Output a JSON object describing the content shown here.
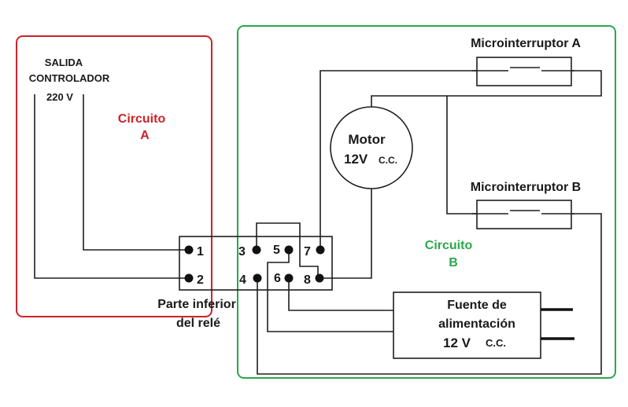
{
  "circuit_a": {
    "label_line1": "Circuito",
    "label_line2": "A",
    "color": "#cc2229",
    "controller_line1": "SALIDA",
    "controller_line2": "CONTROLADOR",
    "controller_voltage": "220 V"
  },
  "circuit_b": {
    "label_line1": "Circuito",
    "label_line2": "B",
    "color": "#2aa84a"
  },
  "relay": {
    "caption_line1": "Parte inferior",
    "caption_line2": "del relé",
    "pins": [
      "1",
      "2",
      "3",
      "4",
      "5",
      "6",
      "7",
      "8"
    ]
  },
  "motor": {
    "line1": "Motor",
    "line2_main": "12V",
    "line2_suffix": "C.C."
  },
  "switch_a": {
    "label": "Microinterruptor A"
  },
  "switch_b": {
    "label": "Microinterruptor B"
  },
  "power_supply": {
    "line1": "Fuente de",
    "line2": "alimentación",
    "line3_main": "12 V",
    "line3_suffix": "C.C."
  }
}
